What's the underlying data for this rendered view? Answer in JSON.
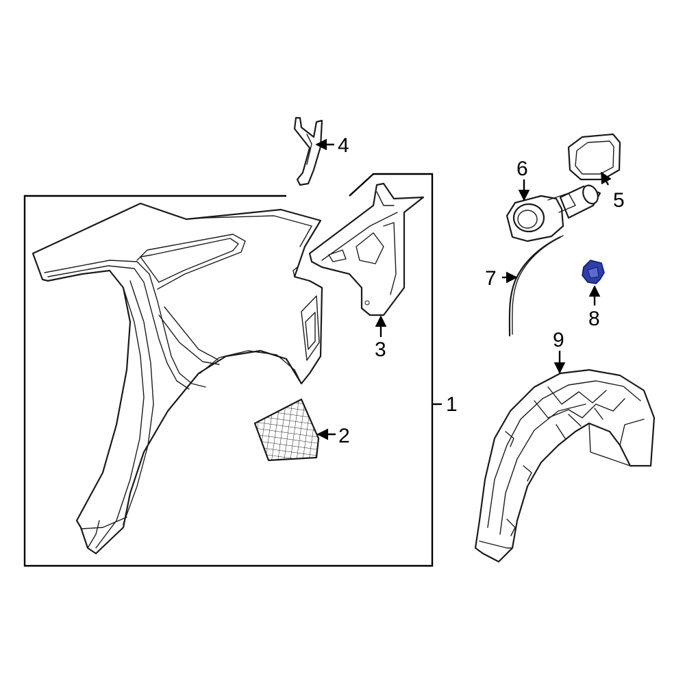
{
  "callouts": [
    {
      "id": 1,
      "label": "1"
    },
    {
      "id": 2,
      "label": "2"
    },
    {
      "id": 3,
      "label": "3"
    },
    {
      "id": 4,
      "label": "4"
    },
    {
      "id": 5,
      "label": "5"
    },
    {
      "id": 6,
      "label": "6"
    },
    {
      "id": 7,
      "label": "7"
    },
    {
      "id": 8,
      "label": "8"
    },
    {
      "id": 9,
      "label": "9"
    }
  ],
  "colors": {
    "line": "#1a1a1a",
    "highlight_part": "#2f3fa8",
    "background": "#ffffff"
  }
}
